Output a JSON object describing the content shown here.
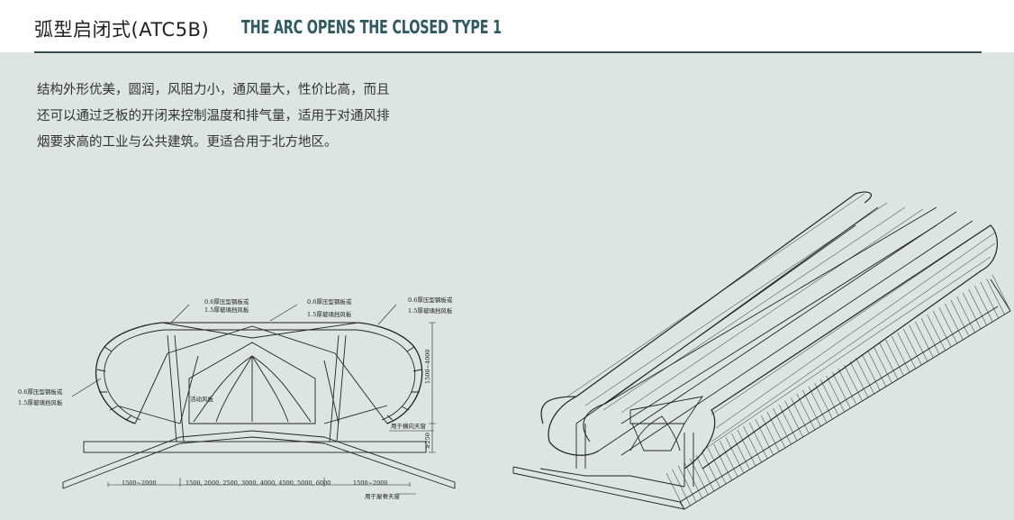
{
  "header": {
    "title_cn": "弧型启闭式(ATC5B)",
    "title_en": "THE ARC OPENS THE CLOSED TYPE 1"
  },
  "description": {
    "lines": [
      "结构外形优美，圆润，风阻力小，通风量大，性价比高，而且",
      "还可以通过乏板的开闭来控制温度和排气量，适用于对通风排",
      "烟要求高的工业与公共建筑。更适合用于北方地区。"
    ]
  },
  "section_drawing": {
    "callouts": [
      {
        "line1": "0.6厚压型钢板或",
        "line2": "1.5厚玻璃挡风板"
      },
      {
        "line1": "0.6厚压型钢板或",
        "line2": "1.5厚玻璃挡风板"
      },
      {
        "line1": "0.6厚压型钢板或",
        "line2": "1.5厚玻璃挡风板"
      },
      {
        "line1": "0.6厚压型钢板或",
        "line2": "1.5厚玻璃挡风板"
      }
    ],
    "movable_panel": "活动风板",
    "longitudinal_note": "用于横向天窗",
    "ridge_note": "用于屋脊天窗",
    "dim_height": "1500~4000",
    "dim_base": "≥250",
    "dim_left": "1500~2000",
    "dim_center": "1500, 2000, 2500, 3000, 4000, 4500, 5000, 6000",
    "dim_right": "1500~2000"
  },
  "colors": {
    "background": "#dde4e1",
    "title_en": "#2f5a63",
    "rule": "#2f4f55"
  }
}
